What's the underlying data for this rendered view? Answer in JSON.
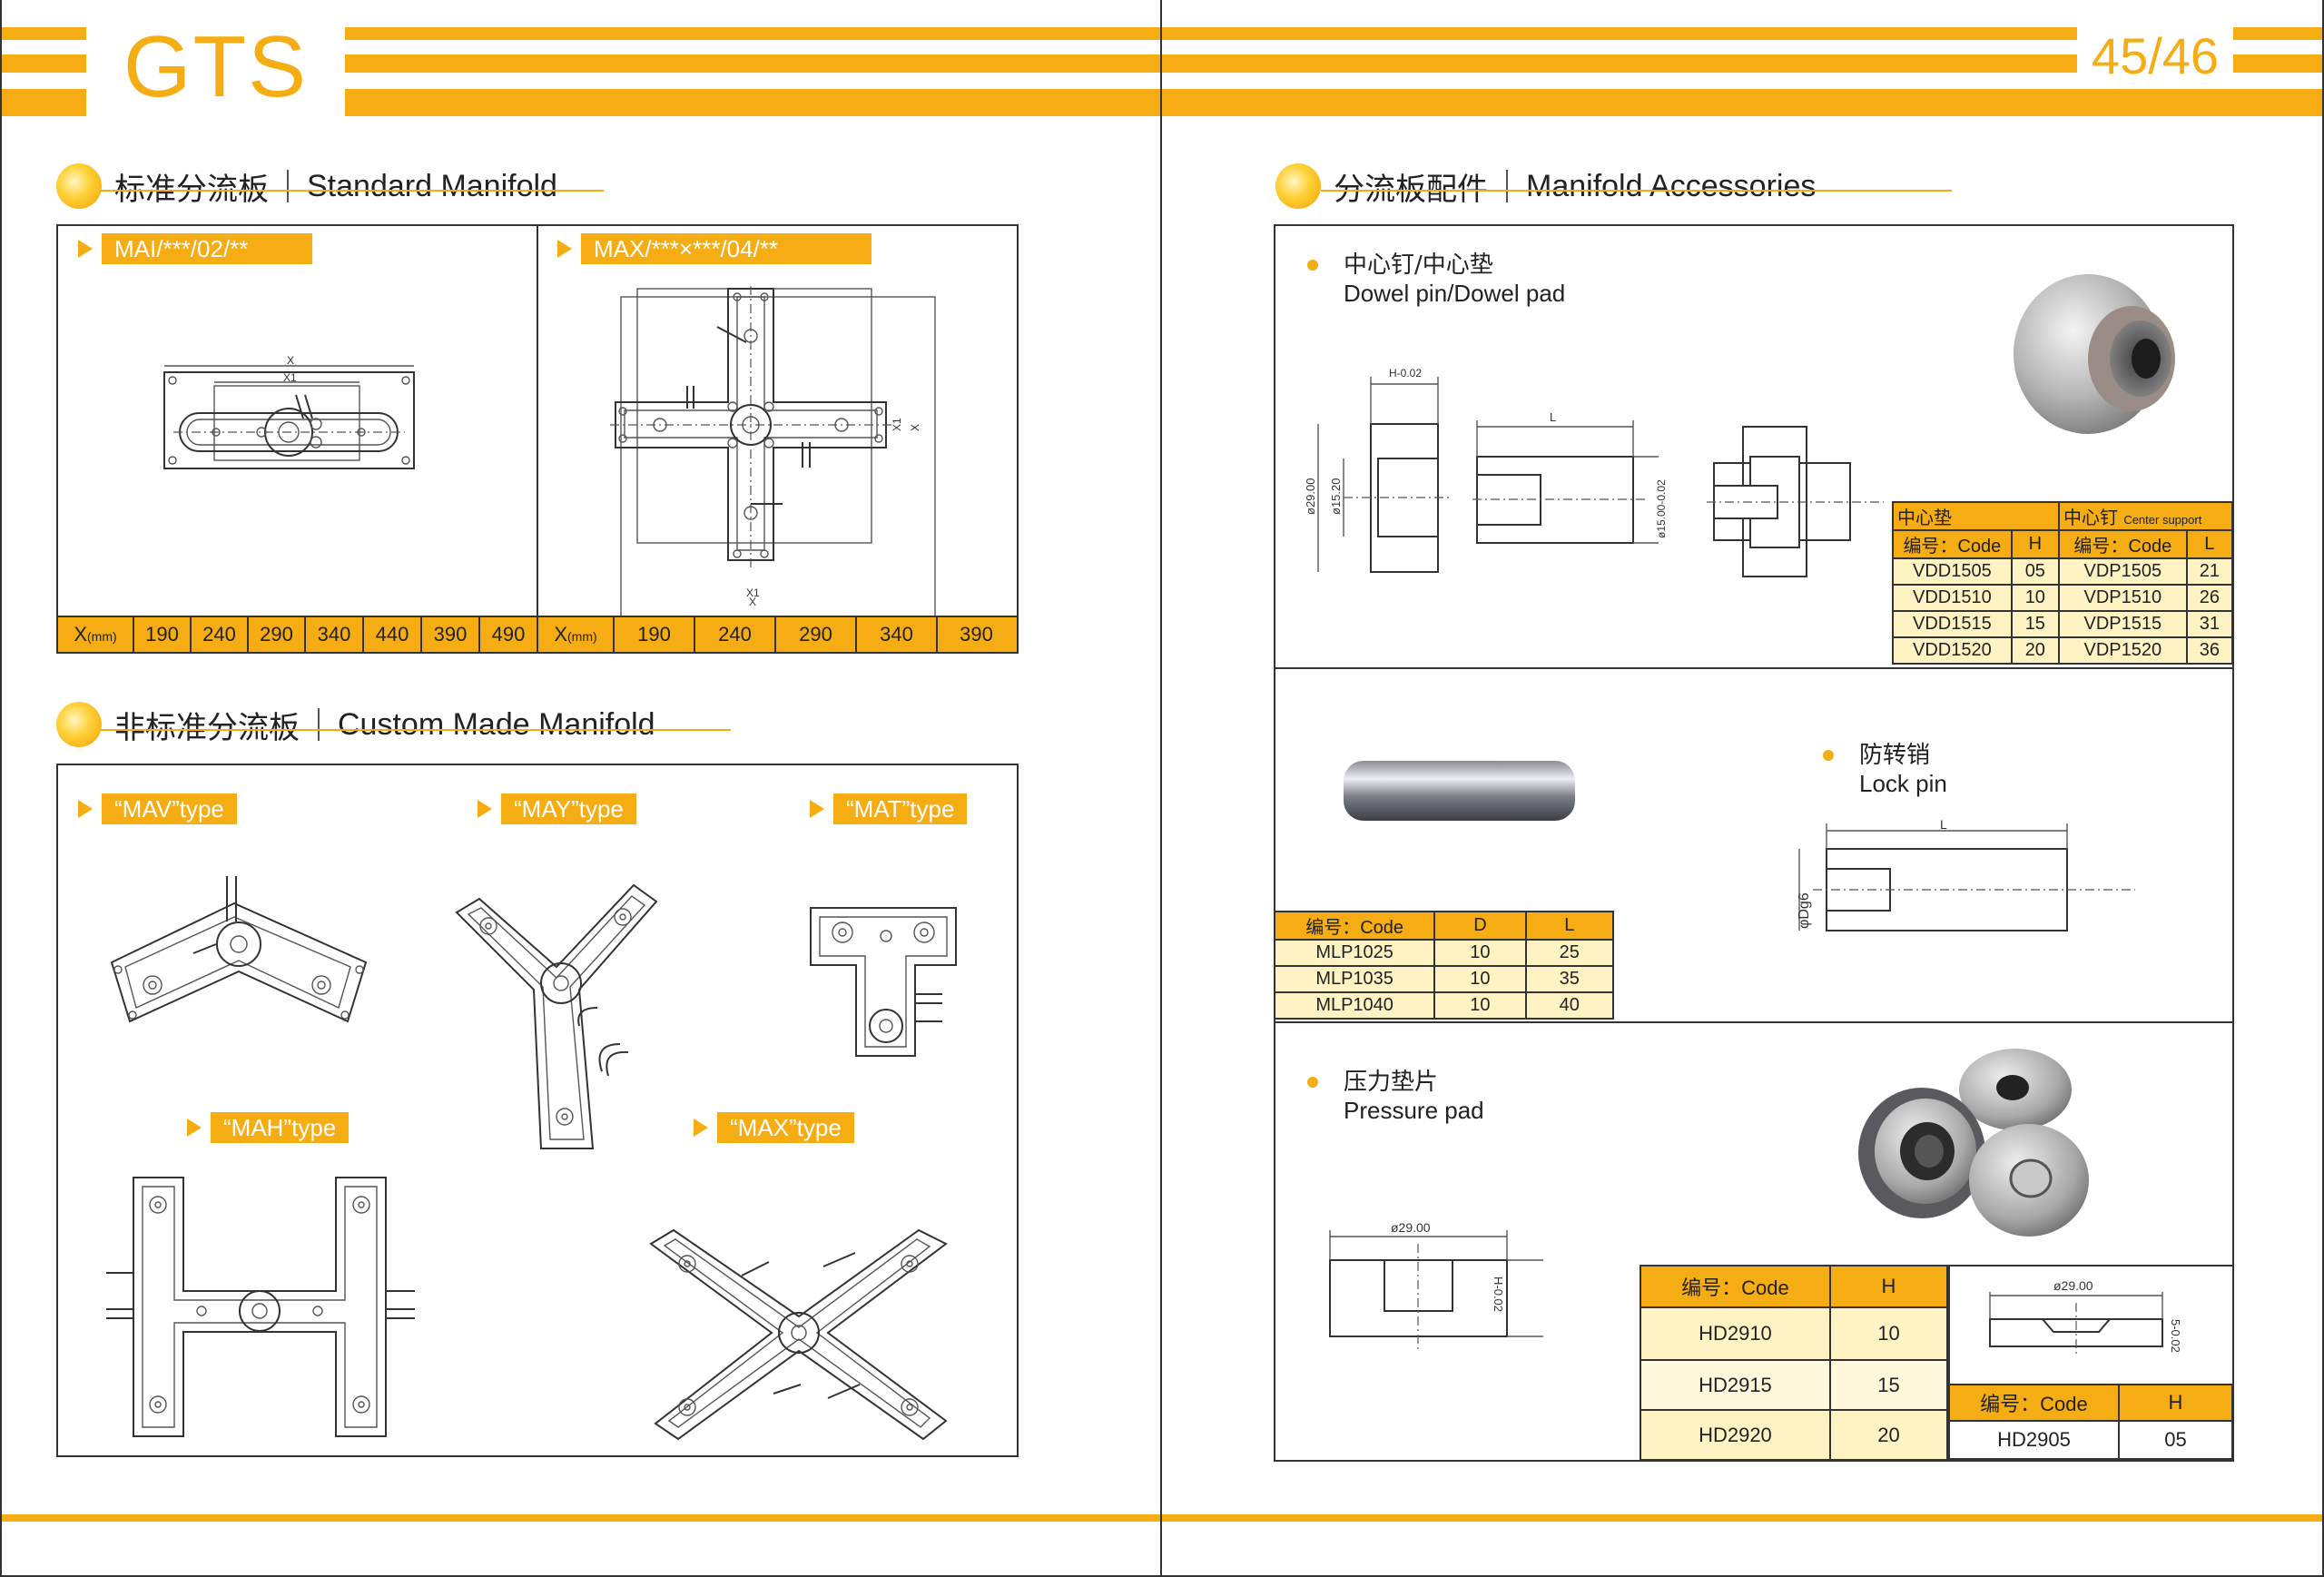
{
  "header": {
    "logo": "GTS",
    "page_number": "45/46"
  },
  "left": {
    "standard": {
      "title_cn": "标准分流板",
      "title_en": "Standard Manifold",
      "panel1": {
        "tag": "MAI/***/02/**",
        "dims": {
          "x": "X",
          "x1": "X1"
        },
        "xrow_label": "X",
        "xrow_unit": "(mm)",
        "values": [
          "190",
          "240",
          "290",
          "340",
          "440",
          "390",
          "490"
        ]
      },
      "panel2": {
        "tag": "MAX/***×***/04/**",
        "dims": {
          "x": "X",
          "x1": "X1"
        },
        "xrow_label": "X",
        "xrow_unit": "(mm)",
        "values": [
          "190",
          "240",
          "290",
          "340",
          "390"
        ]
      }
    },
    "custom": {
      "title_cn": "非标准分流板",
      "title_en": "Custom Made Manifold",
      "types": [
        "“MAV”type",
        "“MAY”type",
        "“MAT”type",
        "“MAH”type",
        "“MAX”type"
      ]
    }
  },
  "right": {
    "title_cn": "分流板配件",
    "title_en": "Manifold Accessories",
    "dowel": {
      "name_cn": "中心钉/中心垫",
      "name_en": "Dowel  pin/Dowel pad",
      "dims": {
        "h": "H-0.02",
        "d29": "ø29.00",
        "d1520": "ø15.20",
        "l": "L",
        "d1500": "ø15.00-0.02"
      },
      "table": {
        "group1": "中心垫",
        "group2": "中心钉",
        "group2_sub": "Center support",
        "headers": [
          "编号：Code",
          "H",
          "编号：Code",
          "L"
        ],
        "rows": [
          [
            "VDD1505",
            "05",
            "VDP1505",
            "21"
          ],
          [
            "VDD1510",
            "10",
            "VDP1510",
            "26"
          ],
          [
            "VDD1515",
            "15",
            "VDP1515",
            "31"
          ],
          [
            "VDD1520",
            "20",
            "VDP1520",
            "36"
          ]
        ]
      }
    },
    "lockpin": {
      "name_cn": "防转销",
      "name_en": "Lock pin",
      "dims": {
        "l": "L",
        "d": "φDg6"
      },
      "table": {
        "headers": [
          "编号：Code",
          "D",
          "L"
        ],
        "rows": [
          [
            "MLP1025",
            "10",
            "25"
          ],
          [
            "MLP1035",
            "10",
            "35"
          ],
          [
            "MLP1040",
            "10",
            "40"
          ]
        ]
      }
    },
    "pressure": {
      "name_cn": "压力垫片",
      "name_en": "Pressure  pad",
      "dims": {
        "d29": "ø29.00",
        "h": "H-0.02",
        "d29b": "ø29.00",
        "h5": "5-0.02"
      },
      "table1": {
        "headers": [
          "编号：Code",
          "H"
        ],
        "rows": [
          [
            "HD2910",
            "10"
          ],
          [
            "HD2915",
            "15"
          ],
          [
            "HD2920",
            "20"
          ]
        ]
      },
      "table2": {
        "headers": [
          "编号：Code",
          "H"
        ],
        "rows": [
          [
            "HD2905",
            "05"
          ]
        ]
      }
    }
  }
}
